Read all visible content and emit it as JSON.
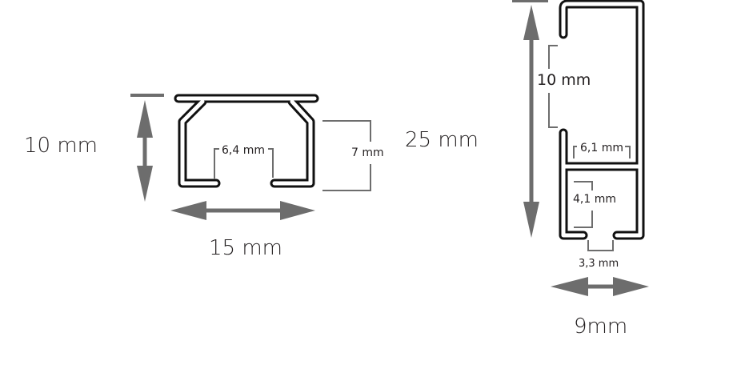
{
  "left_profile": {
    "height_label": "10 mm",
    "width_label": "15 mm",
    "inner_height_label": "7 mm",
    "opening_label": "6,4 mm"
  },
  "right_profile": {
    "height_label": "25 mm",
    "width_label": "9mm",
    "upper_gap_label": "10 mm",
    "upper_chamber_width_label": "6,1 mm",
    "lower_chamber_height_label": "4,1 mm",
    "slot_width_label": "3,3 mm"
  },
  "colors": {
    "profile": "#111111",
    "dimension": "#6d6d6d",
    "text": "#231f20"
  }
}
